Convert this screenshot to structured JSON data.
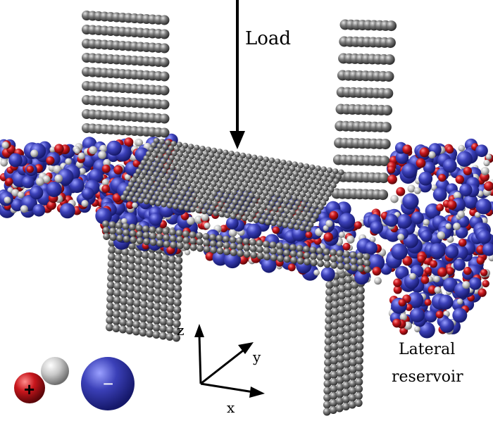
{
  "labels": {
    "load": "Load",
    "reservoir_line1": "Lateral",
    "reservoir_line2": "reservoir"
  },
  "axes": {
    "x": "x",
    "y": "y",
    "z": "z"
  },
  "ions": {
    "cation_symbol": "+",
    "anion_symbol": "−"
  },
  "colors": {
    "wall": "#6b6b6b",
    "anion": "#3b3fb0",
    "cation": "#c8161c",
    "neutral": "#c8c8c8"
  }
}
